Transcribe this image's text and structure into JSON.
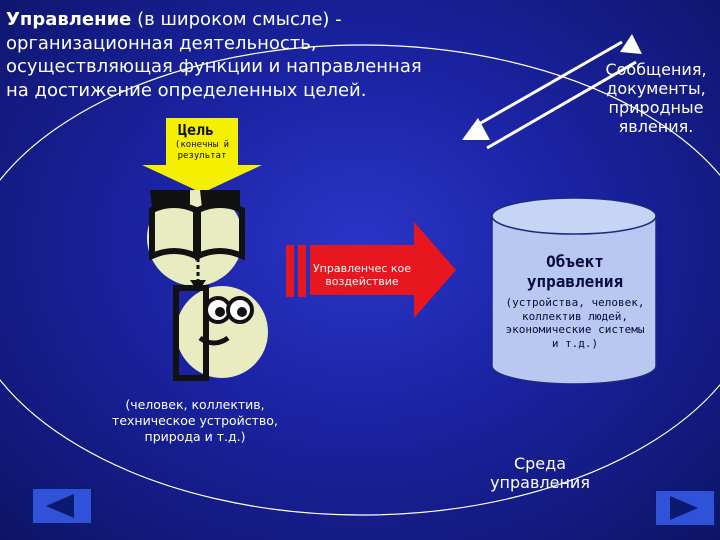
{
  "definition": {
    "term": "Управление",
    "rest": " (в широком смысле) - организационная деятельность, осуществляющая функции и направленная на достижение определенных целей."
  },
  "goal": {
    "title": "Цель",
    "subtitle": "(конечны й результат"
  },
  "messages": "Сообщения, документы, природные явления.",
  "impact": "Управленчес кое воздействие",
  "object": {
    "title": "Объект управления",
    "description": "(устройства, человек, коллектив людей, экономические системы и т.д.)"
  },
  "subject_description": "(человек, коллектив, техническое устройство, природа и т.д.)",
  "environment": "Среда управления",
  "navigation": {
    "prev_icon": "triangle-left-icon",
    "next_icon": "triangle-right-icon"
  },
  "colors": {
    "background": "#1a22a0",
    "goal_arrow": "#f5f000",
    "impact_arrow": "#e8161e",
    "cylinder": "#b8c8f0",
    "figures": "#e8ecc0"
  }
}
